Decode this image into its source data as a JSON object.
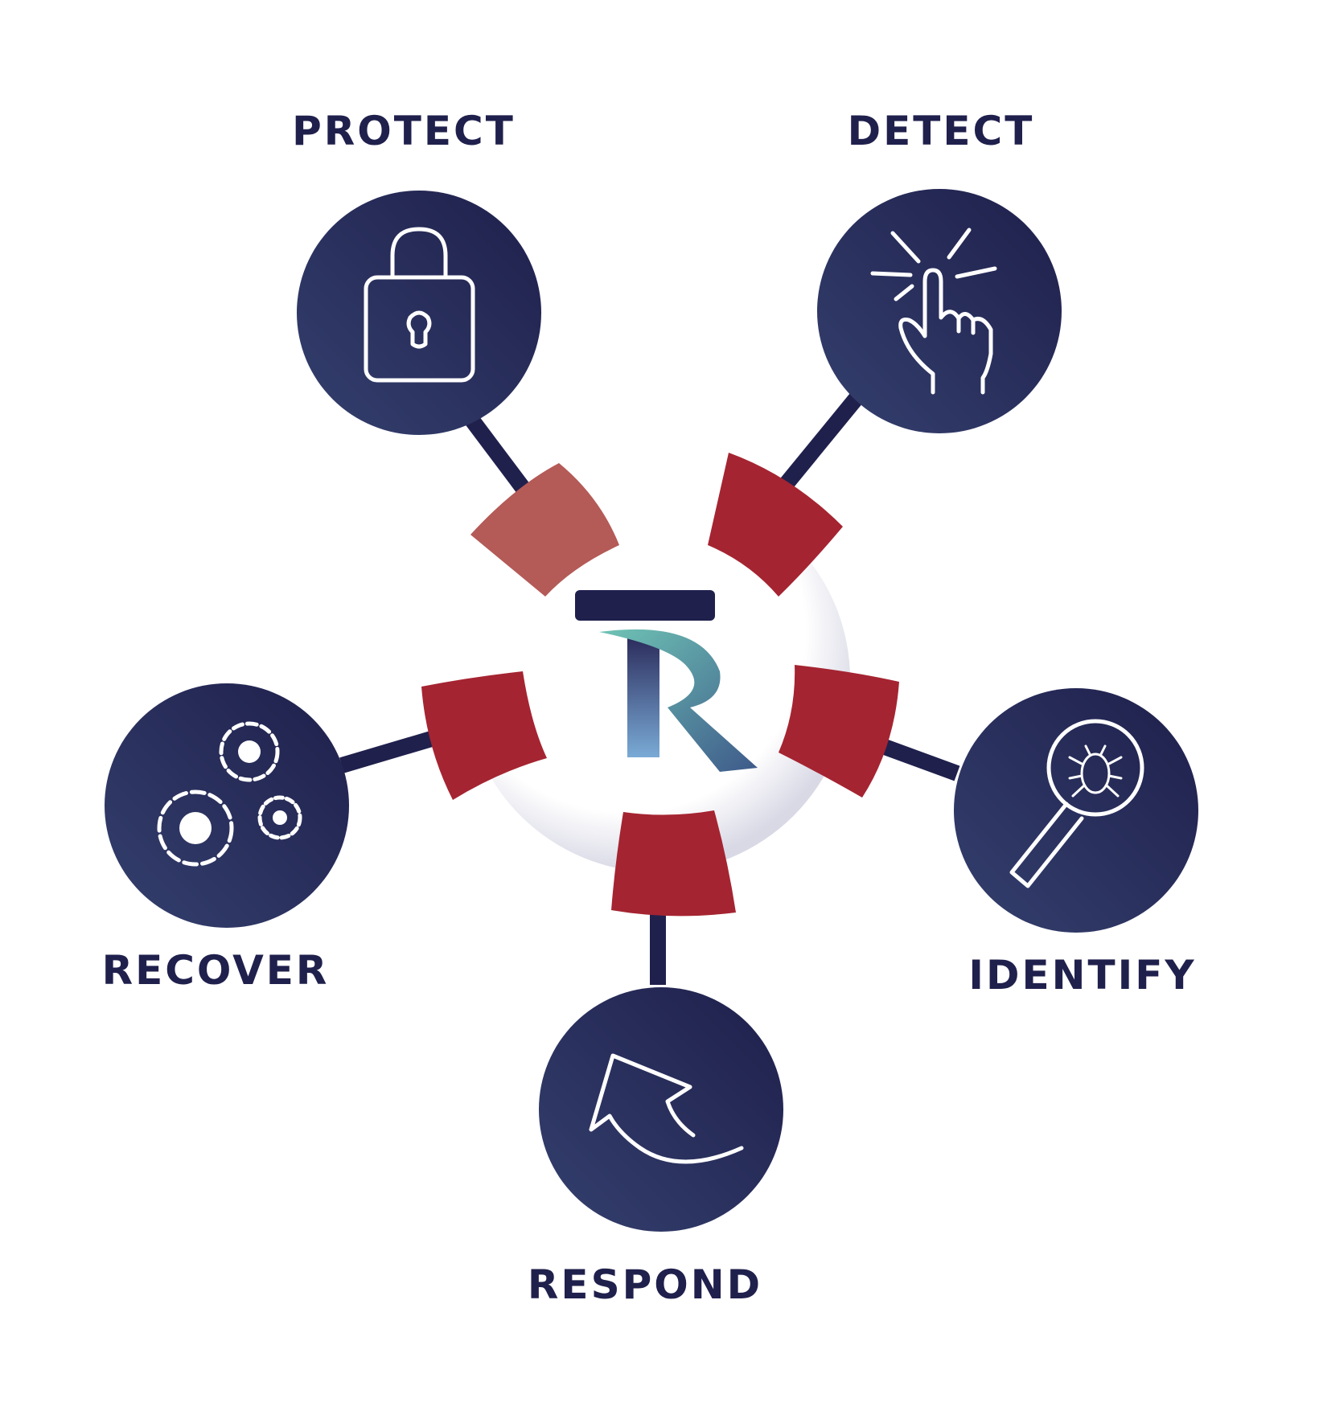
{
  "diagram": {
    "nodes": {
      "protect": {
        "label": "PROTECT",
        "icon": "lock-icon"
      },
      "detect": {
        "label": "DETECT",
        "icon": "pointing-hand-icon"
      },
      "identify": {
        "label": "IDENTIFY",
        "icon": "magnifier-bug-icon"
      },
      "respond": {
        "label": "RESPOND",
        "icon": "curved-arrow-icon"
      },
      "recover": {
        "label": "RECOVER",
        "icon": "gears-icon"
      }
    },
    "center": {
      "logo": "TR",
      "graphic": "lifebuoy"
    },
    "colors": {
      "node_dark": "#20204d",
      "node_light": "#34406e",
      "buoy_red": "#a52431",
      "buoy_white": "#ffffff",
      "text": "#20204d"
    }
  }
}
